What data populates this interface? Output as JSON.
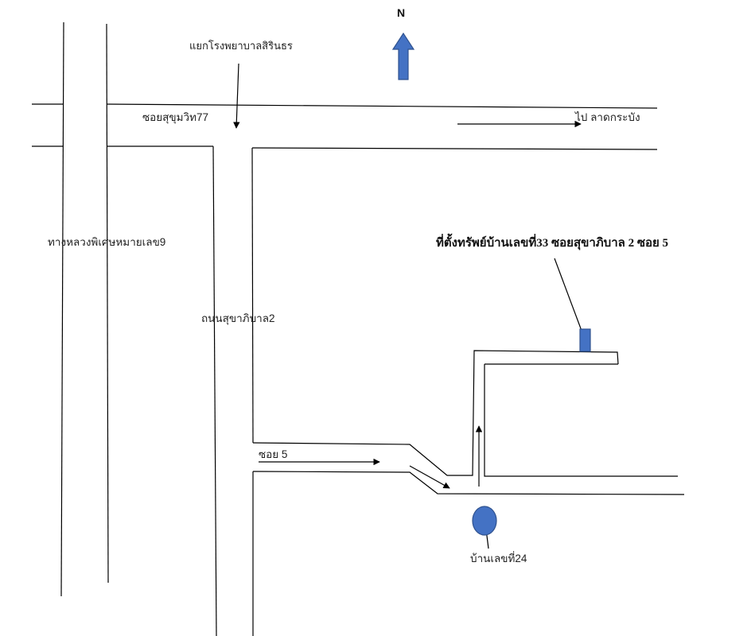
{
  "map": {
    "north_label": "N",
    "colors": {
      "marker_fill": "#4472C4",
      "marker_stroke": "#2F528F",
      "line": "#000000"
    },
    "labels": {
      "intersection": "แยกโรงพยาบาลสิรินธร",
      "soi_sukhumvit77": "ซอยสุขุมวิท77",
      "to_lat_krabang": "ไป ลาดกระบัง",
      "highway9": "ทางหลวงพิเศษหมายเลข9",
      "property_location": "ที่ตั้งทรัพย์บ้านเลขที่33 ซอยสุขาภิบาล 2 ซอย 5",
      "sukhaphiban2_road": "ถนนสุขาภิบาล2",
      "soi5": "ซอย 5",
      "house24": "บ้านเลขที่24"
    },
    "icons": [
      "north-arrow-icon",
      "property-marker-icon",
      "house-24-marker-icon"
    ]
  }
}
